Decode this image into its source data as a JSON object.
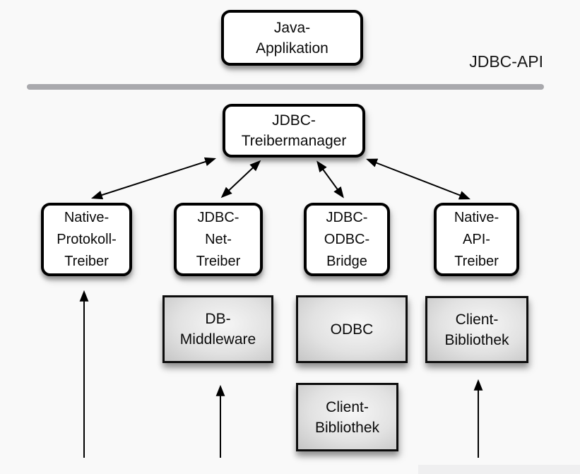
{
  "diagram": {
    "api_label": "JDBC-API",
    "nodes": {
      "java_app": {
        "label": "Java-\nApplikation"
      },
      "treibermanager": {
        "label": "JDBC-\nTreibermanager"
      },
      "native_protokoll_treiber": {
        "label": "Native-\nProtokoll-\nTreiber"
      },
      "jdbc_net_treiber": {
        "label": "JDBC-\nNet-\nTreiber"
      },
      "jdbc_odbc_bridge": {
        "label": "JDBC-\nODBC-\nBridge"
      },
      "native_api_treiber": {
        "label": "Native-\nAPI-\nTreiber"
      },
      "db_middleware": {
        "label": "DB-\nMiddleware"
      },
      "odbc": {
        "label": "ODBC"
      },
      "client_bibliothek_native_api": {
        "label": "Client-\nBibliothek"
      },
      "client_bibliothek_odbc": {
        "label": "Client-\nBibliothek"
      }
    },
    "colors": {
      "background": "#f9f9f9",
      "box_fill": "#ffffff",
      "box_border": "#000000",
      "gray_box_light": "#f6f6f6",
      "gray_box_dark": "#c6c6c6",
      "divider_line": "#a9a9ad",
      "arrow": "#000000"
    }
  }
}
